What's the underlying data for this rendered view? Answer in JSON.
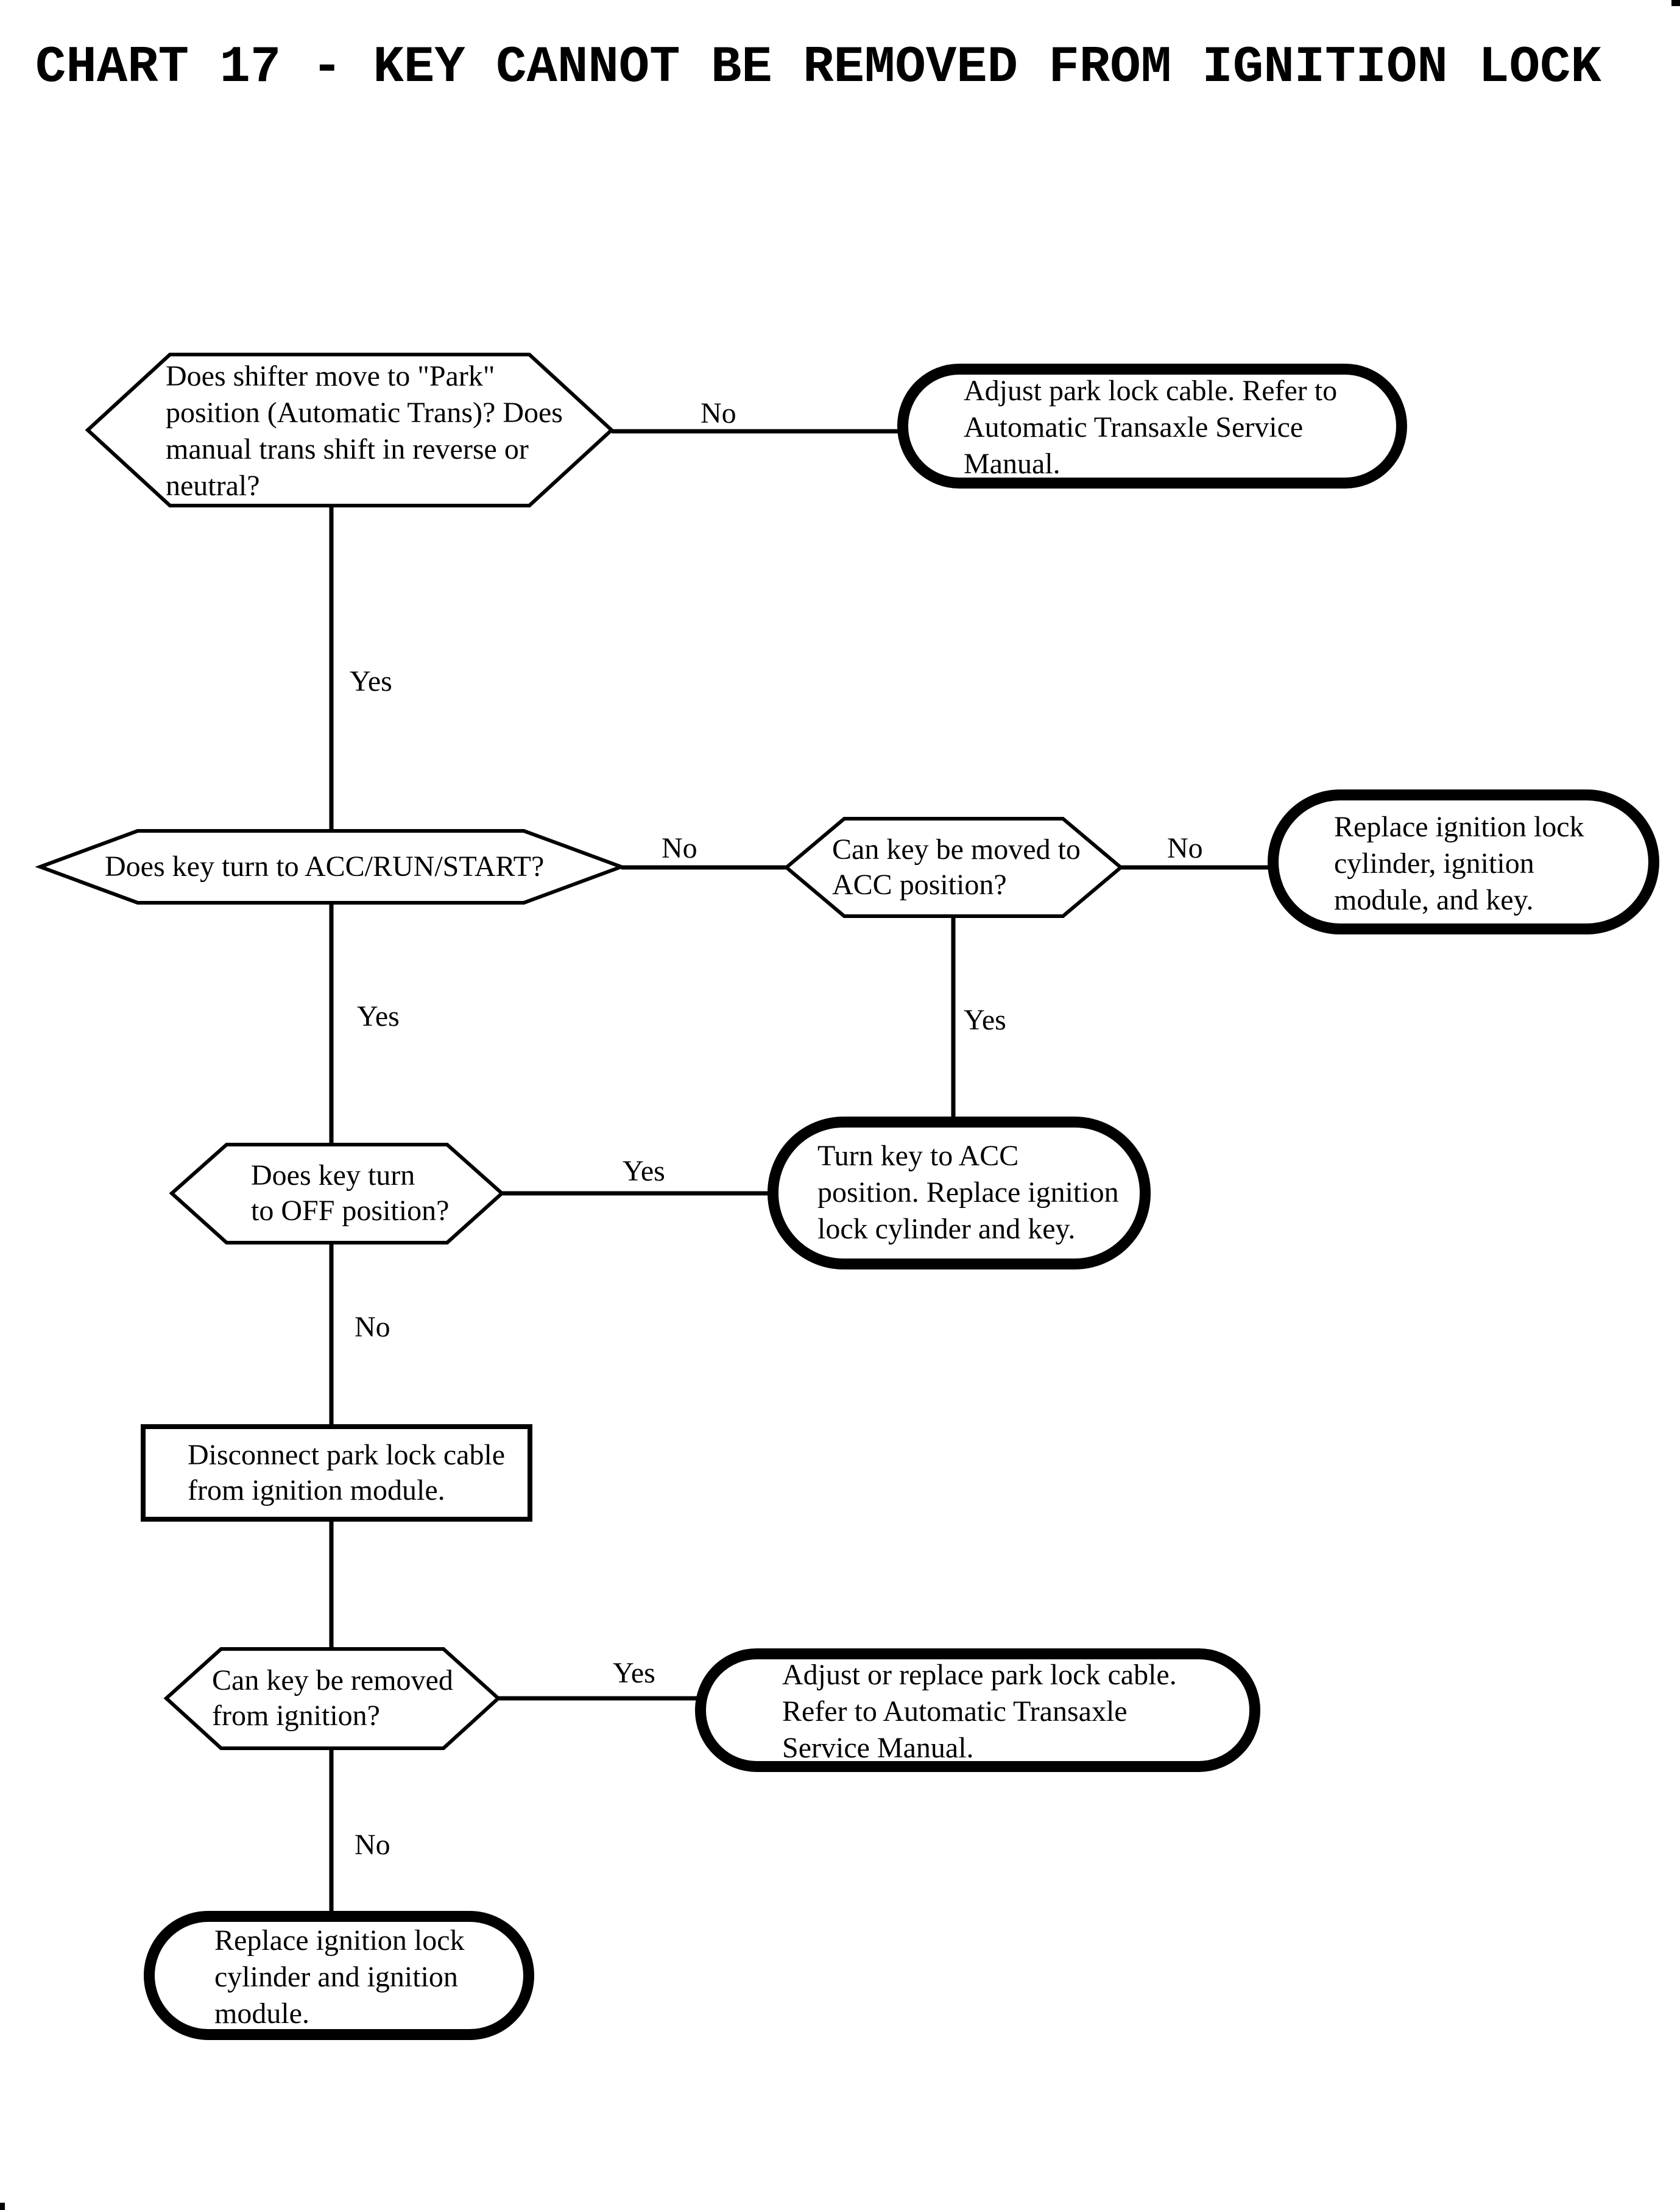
{
  "title": "CHART 17 - KEY CANNOT BE REMOVED FROM IGNITION LOCK",
  "colors": {
    "ink": "#000000",
    "background": "#ffffff"
  },
  "nodes": {
    "q_shifter_park": {
      "shape": "hexagon",
      "text": "Does shifter move to \"Park\"\nposition (Automatic Trans)? Does\nmanual trans shift in reverse or\nneutral?"
    },
    "a_adjust_park_cable": {
      "shape": "stadium",
      "text": "Adjust park lock cable. Refer to\nAutomatic Transaxle Service\nManual."
    },
    "q_key_turn_acc_run": {
      "shape": "hexagon",
      "text": "Does key turn to ACC/RUN/START?"
    },
    "q_key_moved_to_acc": {
      "shape": "hexagon",
      "text": "Can key be moved to\nACC position?"
    },
    "a_replace_cyl_mod_key": {
      "shape": "stadium",
      "text": "Replace ignition lock\ncylinder, ignition\nmodule, and key."
    },
    "q_key_turn_off": {
      "shape": "hexagon",
      "text": "Does key turn\nto OFF position?"
    },
    "a_turn_key_acc": {
      "shape": "stadium",
      "text": "Turn key to ACC\nposition. Replace ignition\nlock cylinder and key."
    },
    "p_disconnect_cable": {
      "shape": "rectangle",
      "text": "Disconnect park lock cable\nfrom ignition module."
    },
    "q_key_removed": {
      "shape": "hexagon",
      "text": "Can key be removed\nfrom ignition?"
    },
    "a_adjust_replace_cable": {
      "shape": "stadium",
      "text": "Adjust or replace park lock cable.\nRefer to Automatic Transaxle\nService Manual."
    },
    "a_replace_cyl_mod": {
      "shape": "stadium",
      "text": "Replace ignition lock\ncylinder and ignition\nmodule."
    }
  },
  "edge_labels": {
    "no1": "No",
    "yes1": "Yes",
    "no2": "No",
    "no3": "No",
    "yes2": "Yes",
    "yes3": "Yes",
    "yes4": "Yes",
    "no4": "No",
    "yes5": "Yes",
    "no5": "No"
  }
}
